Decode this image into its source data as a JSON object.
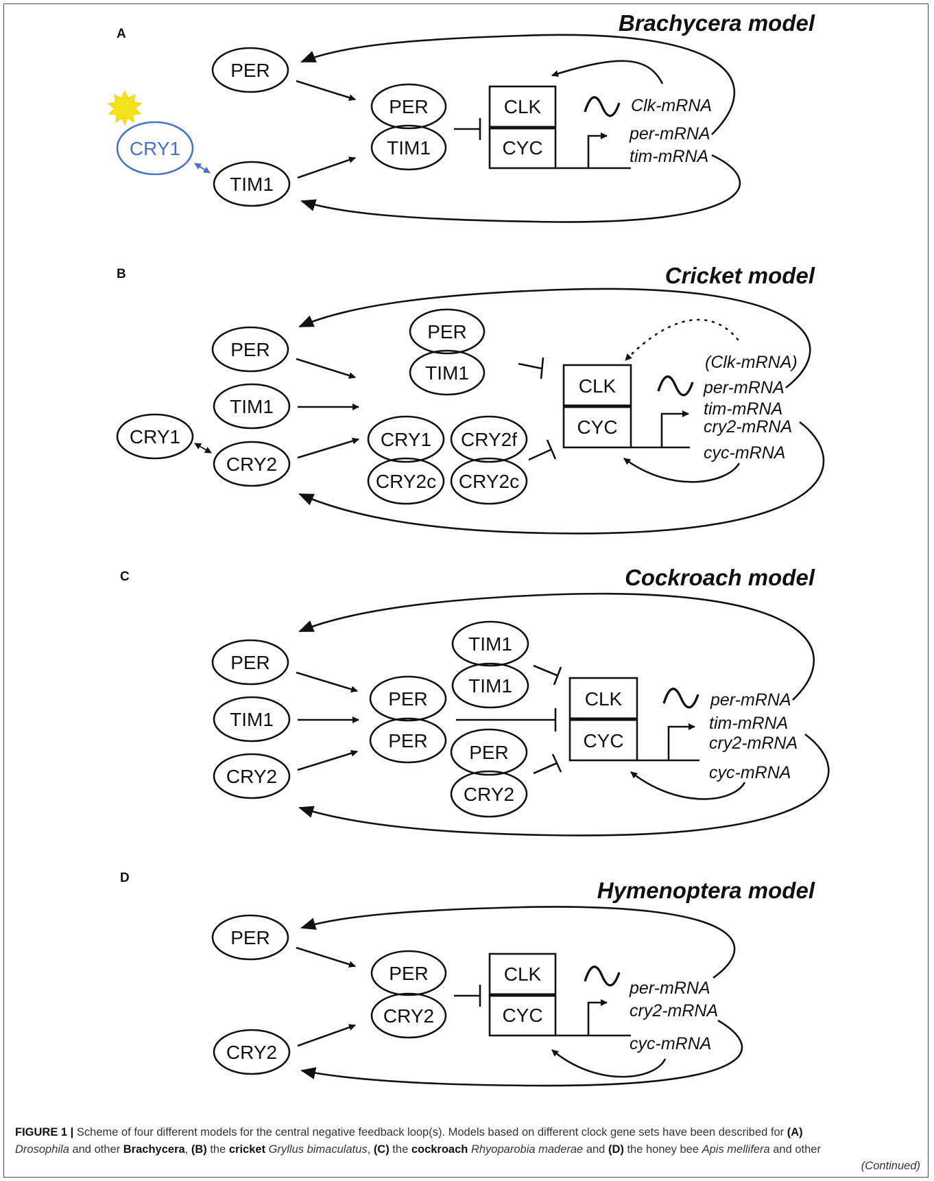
{
  "panels": {
    "A": {
      "letter": "A",
      "title": "Brachycera model",
      "in_per": "PER",
      "in_tim": "TIM1",
      "cry": "CRY1",
      "cx_top": "PER",
      "cx_bot": "TIM1",
      "clk": "CLK",
      "cyc": "CYC",
      "m1": "Clk-mRNA",
      "m2": "per-mRNA",
      "m3": "tim-mRNA"
    },
    "B": {
      "letter": "B",
      "title": "Cricket model",
      "in_per": "PER",
      "in_tim": "TIM1",
      "in_cry1": "CRY1",
      "in_cry2": "CRY2",
      "cx_top": "PER",
      "cx_bot": "TIM1",
      "c1_top": "CRY1",
      "c1_bot": "CRY2c",
      "c2_top": "CRY2f",
      "c2_bot": "CRY2c",
      "clk": "CLK",
      "cyc": "CYC",
      "m1": "(Clk-mRNA)",
      "m2": "per-mRNA",
      "m3": "tim-mRNA",
      "m4": "cry2-mRNA",
      "m5": "cyc-mRNA"
    },
    "C": {
      "letter": "C",
      "title": "Cockroach model",
      "in_per": "PER",
      "in_tim": "TIM1",
      "in_cry": "CRY2",
      "tt_top": "TIM1",
      "tt_bot": "TIM1",
      "pp_top": "PER",
      "pp_bot": "PER",
      "pc_top": "PER",
      "pc_bot": "CRY2",
      "clk": "CLK",
      "cyc": "CYC",
      "m1": "per-mRNA",
      "m2": "tim-mRNA",
      "m3": "cry2-mRNA",
      "m4": "cyc-mRNA"
    },
    "D": {
      "letter": "D",
      "title": "Hymenoptera model",
      "in_per": "PER",
      "in_cry": "CRY2",
      "cx_top": "PER",
      "cx_bot": "CRY2",
      "clk": "CLK",
      "cyc": "CYC",
      "m1": "per-mRNA",
      "m2": "cry2-mRNA",
      "m3": "cyc-mRNA"
    }
  },
  "colors": {
    "cry1_highlight": "#4a72c4",
    "sun": "#f5e31a",
    "ink": "#111111"
  },
  "caption": {
    "figure_label": "FIGURE 1 |",
    "intro": " Scheme of four different models for the central negative feedback loop(s). Models based on different clock gene sets have been described for ",
    "a_ref": "(A)",
    "drosophila": "Drosophila",
    "and_other": " and other ",
    "brachycera": "Brachycera",
    "sep1": ", ",
    "b_ref": "(B)",
    "the1": " the ",
    "cricket": "cricket",
    "sp1": " ",
    "gryllus": "Gryllus bimaculatus",
    "sep2": ", ",
    "c_ref": "(C)",
    "the2": " the ",
    "cockroach": "cockroach",
    "sp2": " ",
    "rhyoparobia": "Rhyoparobia maderae",
    "and2": " and ",
    "d_ref": "(D)",
    "honeybee": " the honey bee ",
    "apis": "Apis mellifera",
    "and_other2": " and other",
    "continued": "(Continued)"
  }
}
